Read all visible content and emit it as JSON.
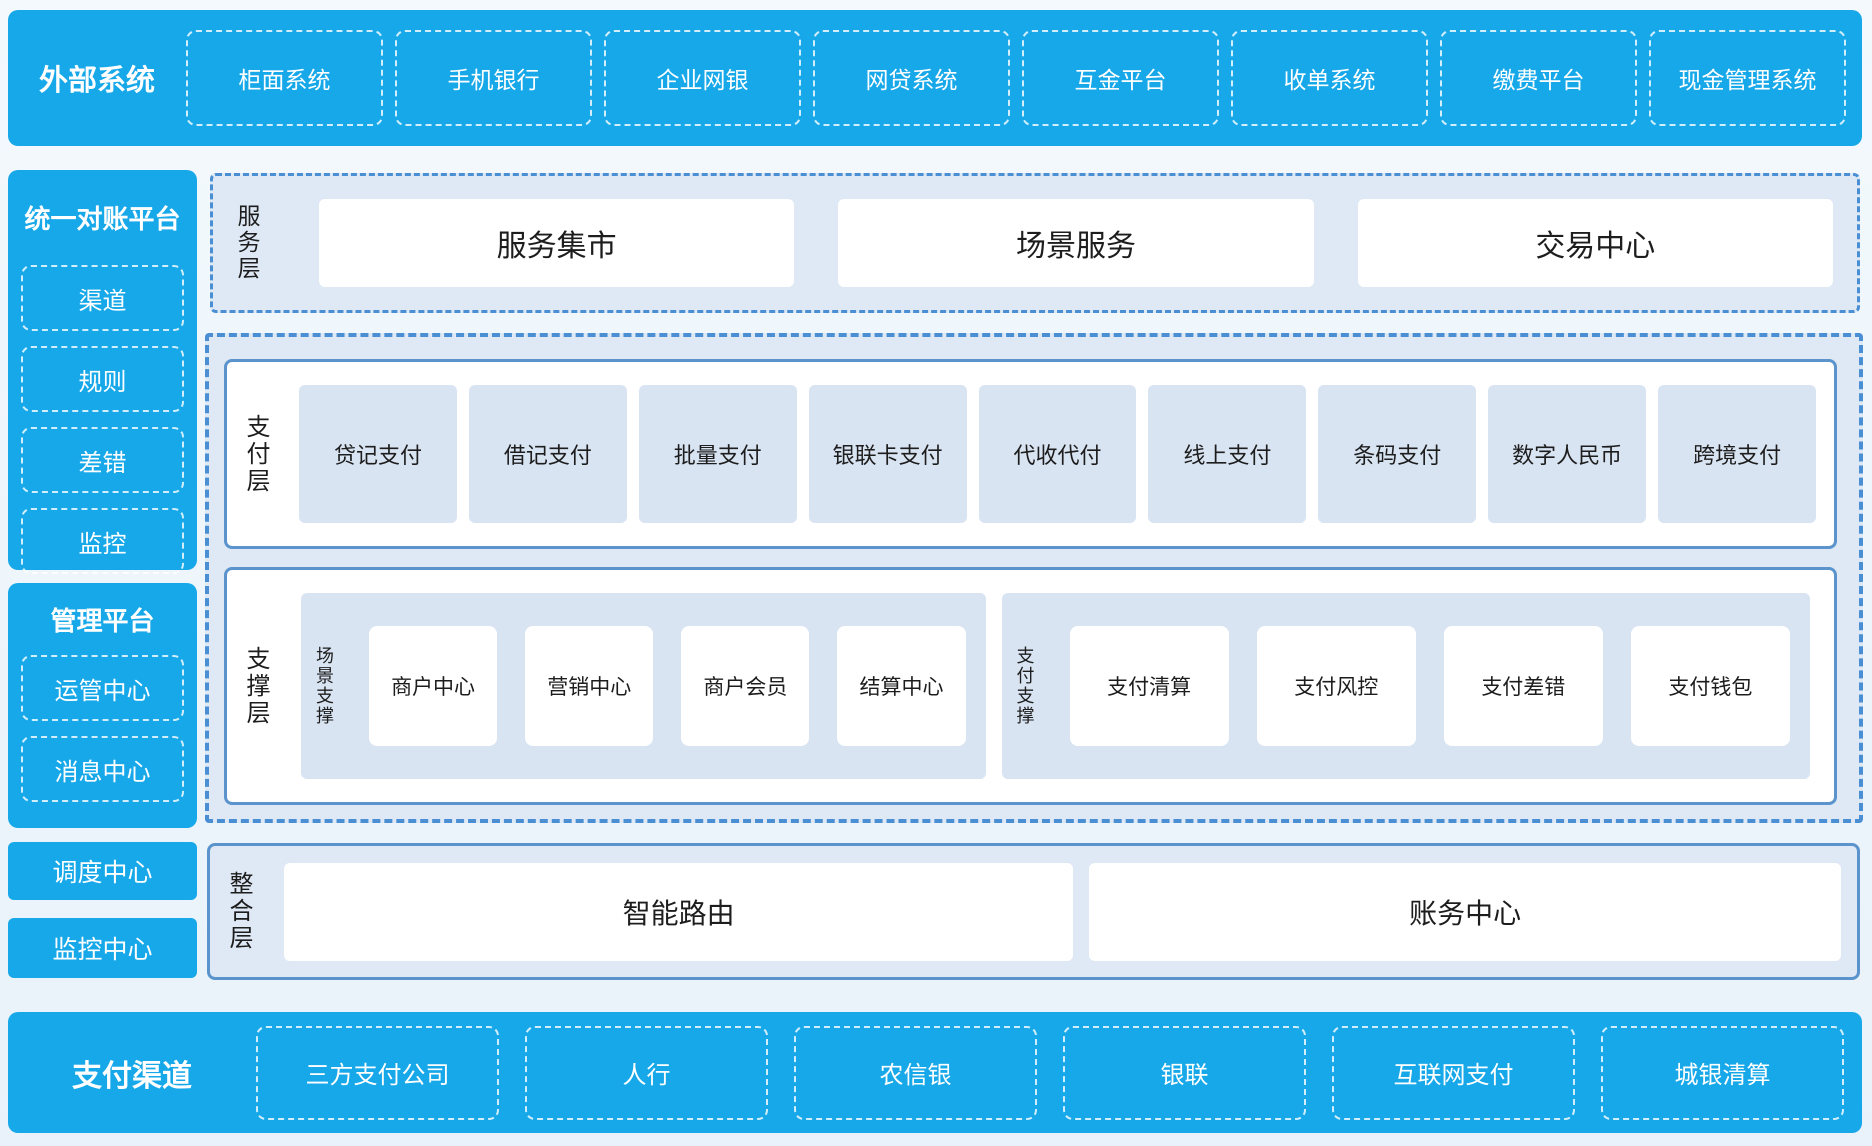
{
  "colors": {
    "blue": "#17a8e9",
    "panel": "#dfe9f5",
    "item": "#d9e4f2",
    "border1": "#5b94cd",
    "border2": "#4a8fd3",
    "text": "#1d1d1d",
    "bgtop": "#f3f9fd",
    "bgbot": "#e9f2fa"
  },
  "external_systems": {
    "title": "外部系统",
    "items": [
      "柜面系统",
      "手机银行",
      "企业网银",
      "网贷系统",
      "互金平台",
      "收单系统",
      "缴费平台",
      "现金管理系统"
    ]
  },
  "reconcile_platform": {
    "title": "统一对账平台",
    "items": [
      "渠道",
      "规则",
      "差错",
      "监控"
    ]
  },
  "manage_platform": {
    "title": "管理平台",
    "items": [
      "运管中心",
      "消息中心"
    ]
  },
  "dispatch_center": {
    "label": "调度中心"
  },
  "monitor_center": {
    "label": "监控中心"
  },
  "service_layer": {
    "label": "服务层",
    "items": [
      "服务集市",
      "场景服务",
      "交易中心"
    ]
  },
  "payment_layer": {
    "label": "支付层",
    "items": [
      "贷记支付",
      "借记支付",
      "批量支付",
      "银联卡支付",
      "代收代付",
      "线上支付",
      "条码支付",
      "数字人民币",
      "跨境支付"
    ]
  },
  "support_layer": {
    "label": "支撑层",
    "groups": [
      {
        "label": "场景支撑",
        "items": [
          "商户中心",
          "营销中心",
          "商户会员",
          "结算中心"
        ]
      },
      {
        "label": "支付支撑",
        "items": [
          "支付清算",
          "支付风控",
          "支付差错",
          "支付钱包"
        ]
      }
    ]
  },
  "integration_layer": {
    "label": "整合层",
    "items": [
      "智能路由",
      "账务中心"
    ]
  },
  "payment_channels": {
    "title": "支付渠道",
    "items": [
      "三方支付公司",
      "人行",
      "农信银",
      "银联",
      "互联网支付",
      "城银清算"
    ]
  }
}
